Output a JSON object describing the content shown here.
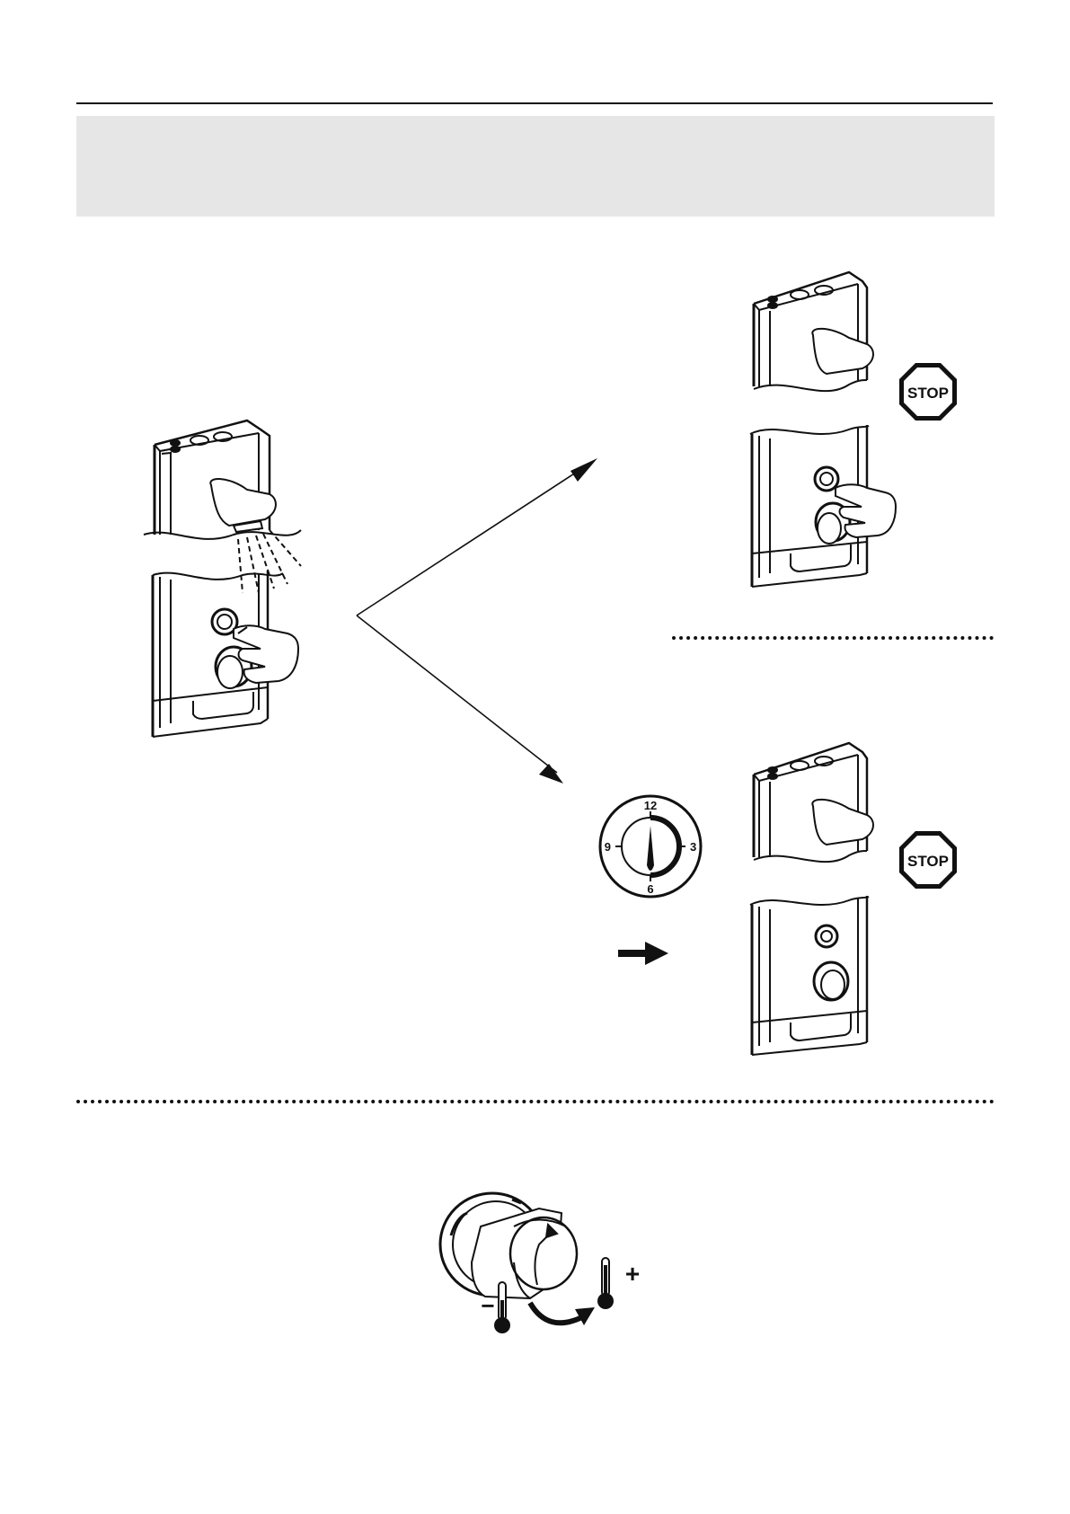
{
  "colors": {
    "ink": "#111111",
    "band": "#e6e6e6",
    "paper": "#ffffff"
  },
  "stop_sign_1": {
    "label": "STOP"
  },
  "stop_sign_2": {
    "label": "STOP"
  },
  "timer": {
    "n12": "12",
    "n3": "3",
    "n6": "6",
    "n9": "9"
  },
  "temperature": {
    "minus": "−",
    "plus": "+"
  },
  "icons": [
    "stop-sign-icon",
    "clock-icon",
    "arrow-right-icon",
    "thermometer-icon",
    "hand-icon",
    "shower-icon"
  ]
}
